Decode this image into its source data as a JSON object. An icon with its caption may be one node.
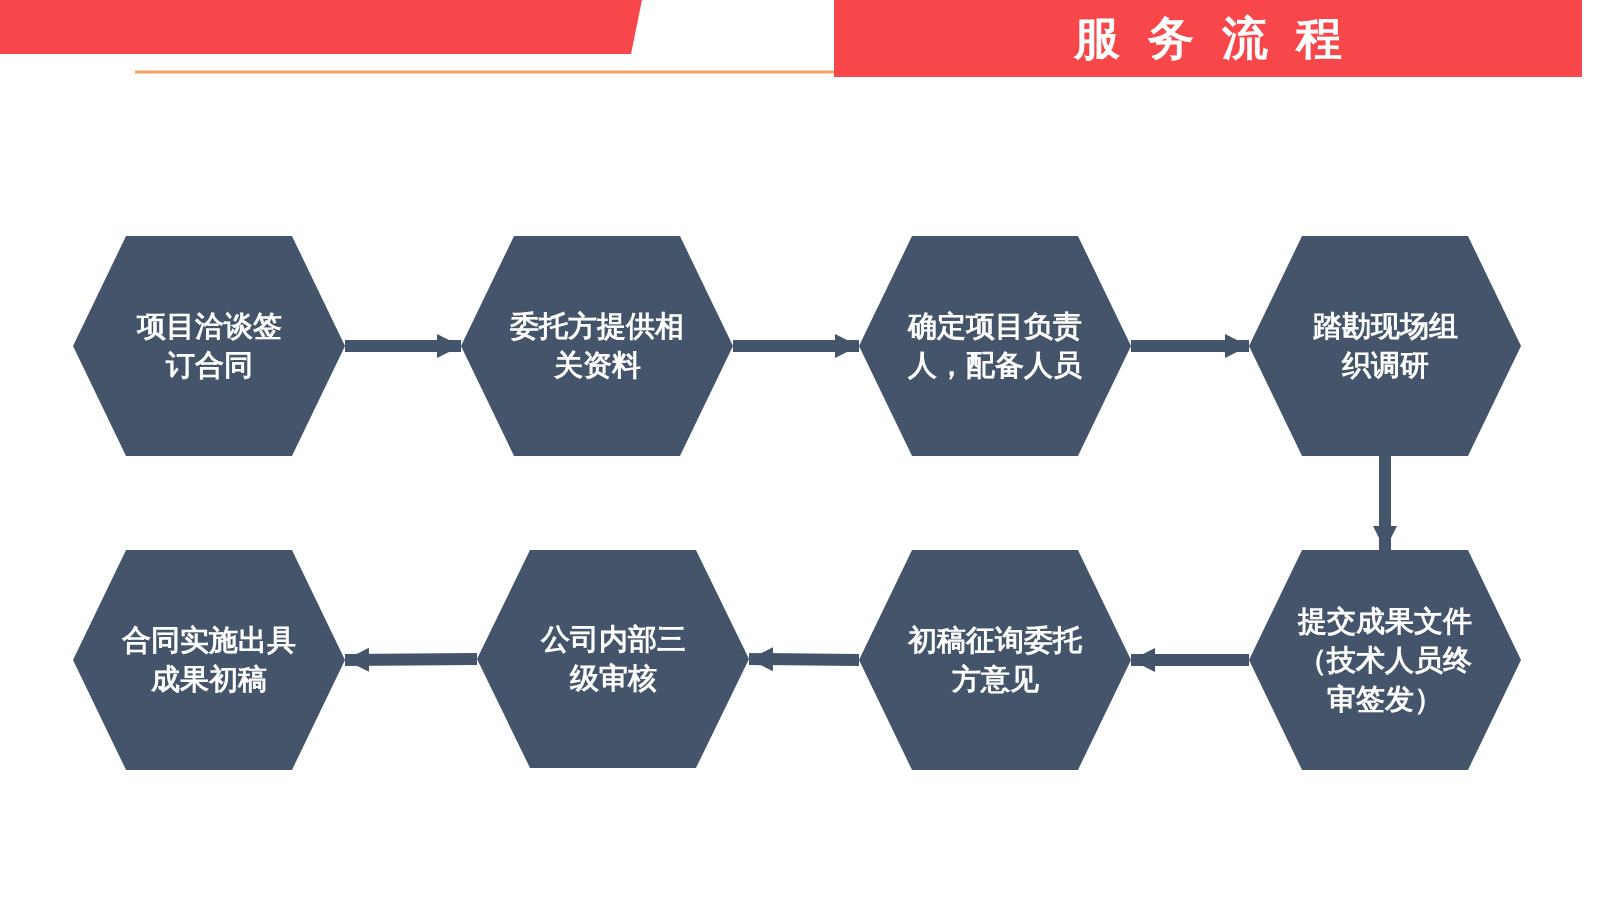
{
  "diagram": {
    "title": "服务流程",
    "nodes": [
      {
        "text": [
          "项目洽谈签订合同"
        ]
      },
      {
        "text": [
          "委托方提供相关资料"
        ]
      },
      {
        "text": [
          "确定项目负责人，配备人员"
        ]
      },
      {
        "text": [
          "踏勘现场组织调研"
        ]
      },
      {
        "text": [
          "提交成果文件（技术人员终审签发）"
        ]
      },
      {
        "text": [
          "初稿征询委托方意见"
        ]
      },
      {
        "text": [
          "公司内部三级审核"
        ]
      },
      {
        "text": [
          "合同实施出具成果初稿"
        ]
      }
    ],
    "edges": [
      {
        "from": 0,
        "to": 1,
        "arrow": "to"
      },
      {
        "from": 1,
        "to": 2,
        "arrow": "to"
      },
      {
        "from": 2,
        "to": 3,
        "arrow": "to"
      },
      {
        "from": 3,
        "to": 4,
        "arrow": "to"
      },
      {
        "from": 4,
        "to": 5,
        "arrow": "to"
      },
      {
        "from": 5,
        "to": 6,
        "arrow": "to"
      },
      {
        "from": 6,
        "to": 7,
        "arrow": "to"
      }
    ]
  }
}
